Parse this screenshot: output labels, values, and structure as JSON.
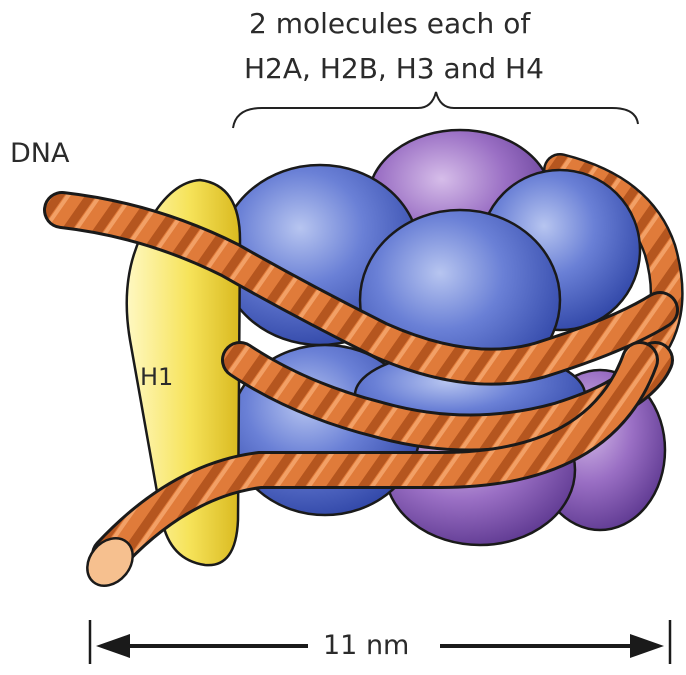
{
  "labels": {
    "caption_line1": "2 molecules each of",
    "caption_line2": "H2A, H2B, H3 and H4",
    "dna": "DNA",
    "h1": "H1",
    "scale": "11 nm"
  },
  "colors": {
    "dna_rope": "#e07b3a",
    "dna_rope_dark": "#a3481c",
    "h1_yellow": "#f3e04a",
    "histone_blue": "#4a63c8",
    "histone_blue_light": "#7f95de",
    "histone_purple": "#8a5fb3",
    "histone_purple_light": "#b08ad0",
    "ink": "#1a1a1a"
  },
  "icons": {
    "dna_strand": "dna-rope-icon",
    "histone_octamer": "histone-octamer-icon",
    "h1_histone": "h1-histone-icon"
  }
}
